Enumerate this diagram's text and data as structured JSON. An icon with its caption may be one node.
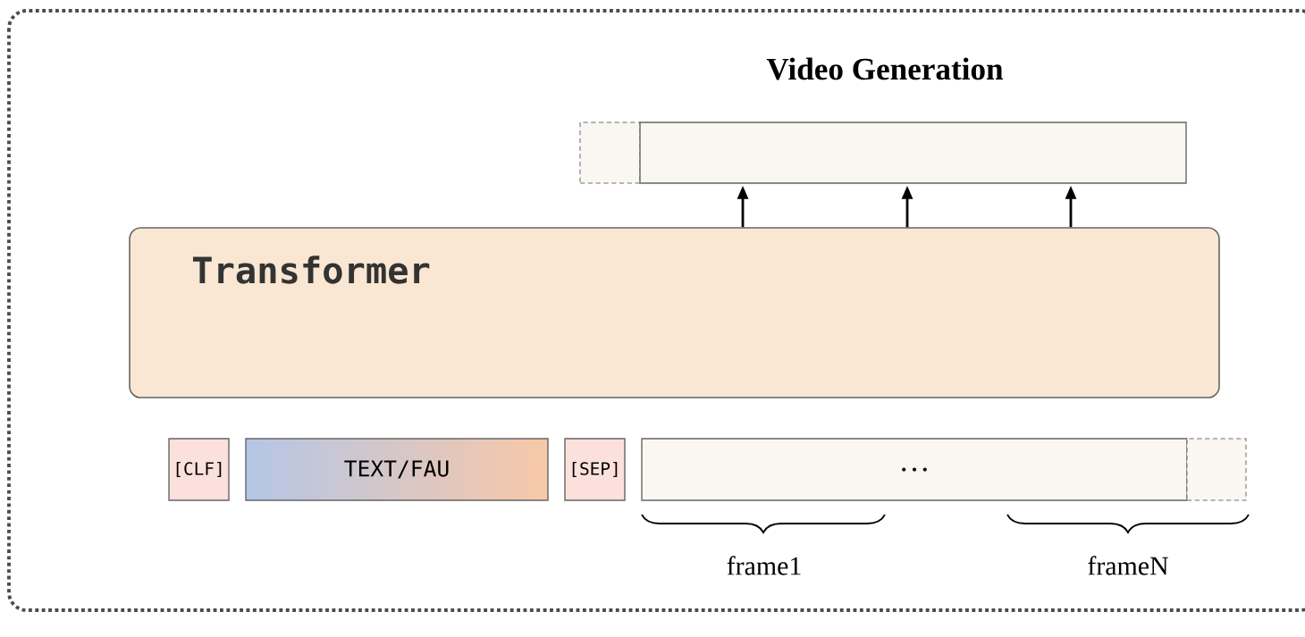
{
  "diagram": {
    "title": "Video Generation",
    "nodes": [
      {
        "text": [],
        "shape": "box"
      },
      {
        "text": [],
        "shape": "box"
      },
      {
        "text": [
          "Transformer"
        ]
      },
      {
        "text": [
          "[CLF]"
        ]
      },
      {
        "text": [
          "TEXT/FAU"
        ]
      },
      {
        "text": [
          "[SEP]"
        ]
      },
      {
        "text": [
          "…"
        ]
      },
      {
        "text": [],
        "shape": "box"
      }
    ],
    "edges": [
      {
        "from": 2,
        "to": 1,
        "arrow": "to"
      },
      {
        "from": 2,
        "to": 1,
        "arrow": "to"
      },
      {
        "from": 2,
        "to": 1,
        "arrow": "to"
      }
    ],
    "labels": [
      "frame1",
      "frameN"
    ]
  }
}
